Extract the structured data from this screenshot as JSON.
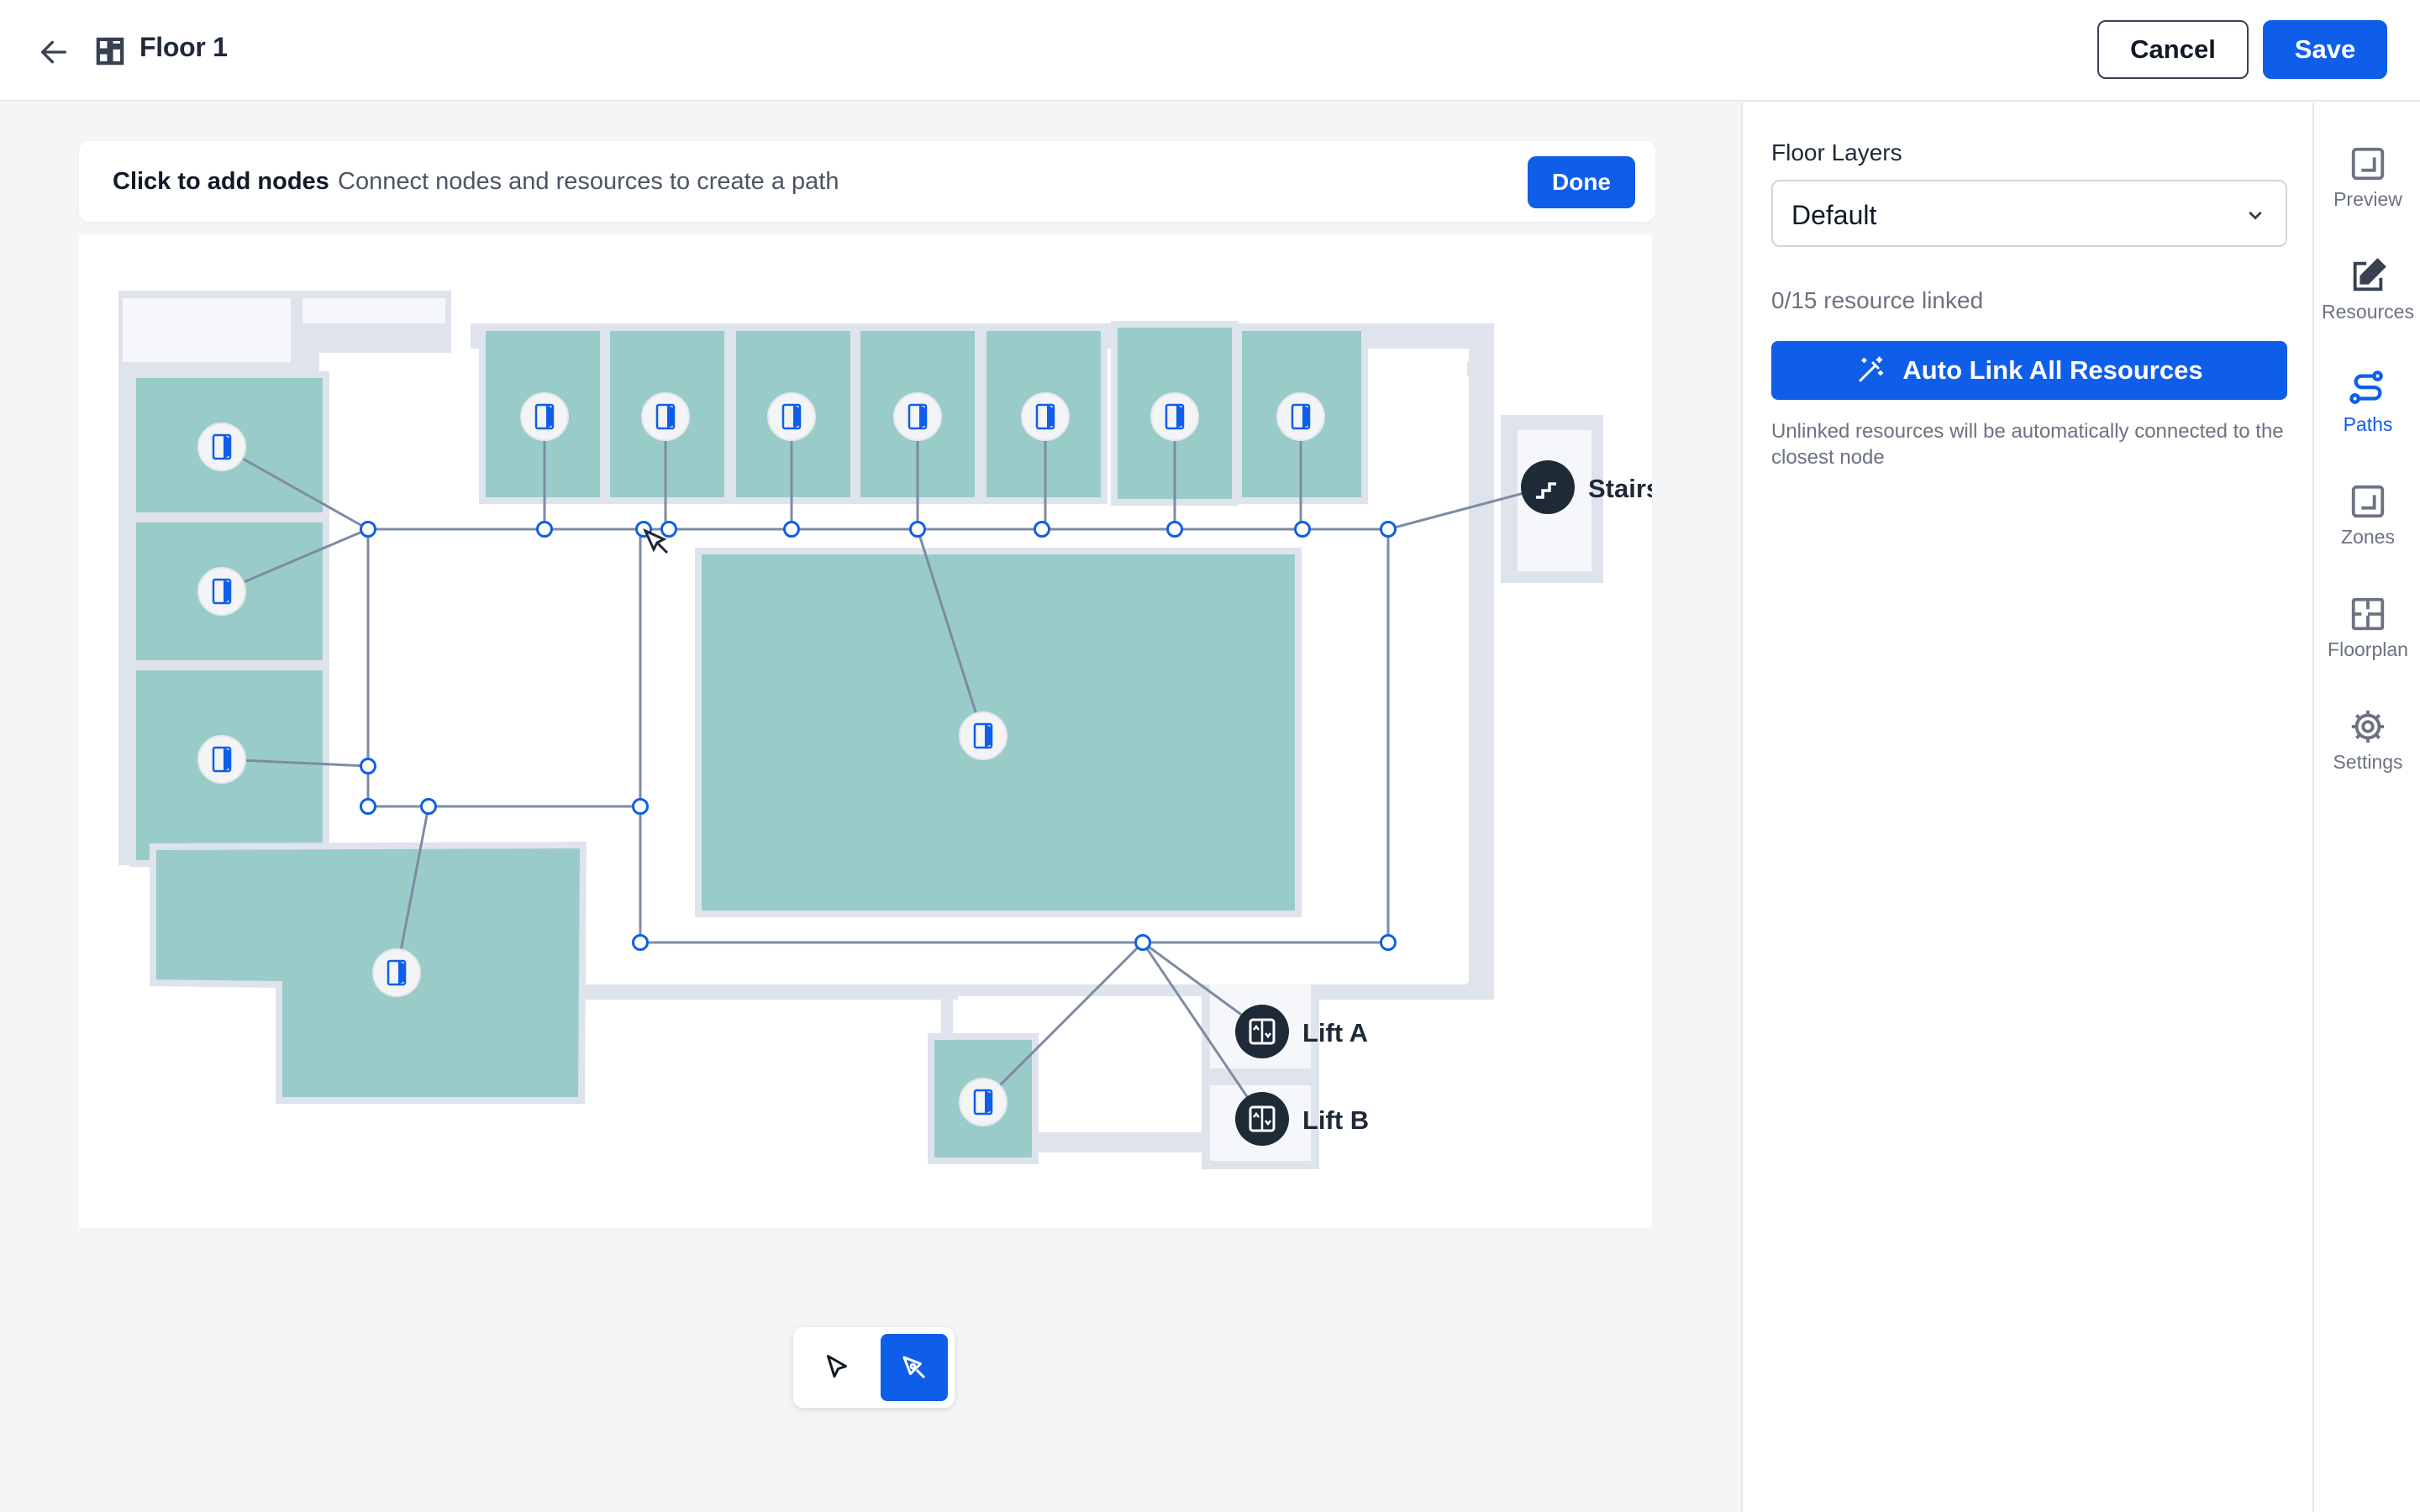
{
  "header": {
    "title": "Floor 1",
    "cancel_label": "Cancel",
    "save_label": "Save"
  },
  "hint_bar": {
    "title": "Click to add nodes",
    "text": "Connect nodes and resources to create a path",
    "done_label": "Done"
  },
  "map": {
    "labels": {
      "stairs": "Stairs",
      "lift_a": "Lift A",
      "lift_b": "Lift B"
    }
  },
  "toolbar": {
    "tools": [
      {
        "name": "select",
        "icon": "cursor-arrow-icon",
        "active": false
      },
      {
        "name": "pen",
        "icon": "pen-tool-icon",
        "active": true
      }
    ]
  },
  "panel": {
    "layers_label": "Floor Layers",
    "layer_selected": "Default",
    "linked_count": "0/15 resource linked",
    "autolink_label": "Auto Link All Resources",
    "autolink_hint": "Unlinked resources will be automatically connected to the closest node"
  },
  "rail": [
    {
      "label": "Preview",
      "icon": "preview-icon",
      "active": false
    },
    {
      "label": "Resources",
      "icon": "edit-icon",
      "active": false
    },
    {
      "label": "Paths",
      "icon": "route-icon",
      "active": true
    },
    {
      "label": "Zones",
      "icon": "zone-icon",
      "active": false
    },
    {
      "label": "Floorplan",
      "icon": "floorplan-icon",
      "active": false
    },
    {
      "label": "Settings",
      "icon": "gear-icon",
      "active": false
    }
  ],
  "colors": {
    "accent": "#0f5ee9",
    "room_fill": "#99ccc8",
    "wall": "#dfe3ec",
    "path_line": "#7f8ba3"
  }
}
